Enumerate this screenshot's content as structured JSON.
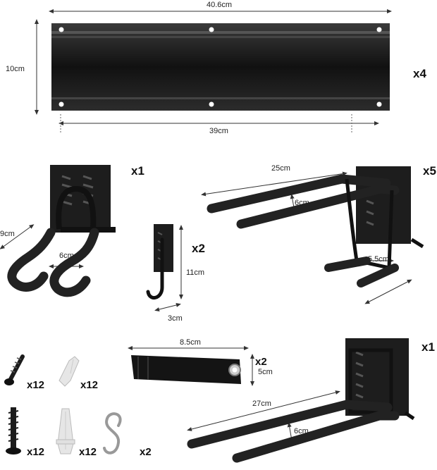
{
  "rail": {
    "width_label": "40.6cm",
    "inner_width_label": "39cm",
    "height_label": "10cm",
    "qty": "x4"
  },
  "hook_a": {
    "depth_label": "9cm",
    "gap_label": "6cm",
    "qty": "x1"
  },
  "hook_b": {
    "height_label": "11cm",
    "width_label": "3cm",
    "qty": "x2"
  },
  "hook_c": {
    "length_label": "25cm",
    "gap_label": "6cm",
    "inner_label": "5.5cm",
    "qty": "x5"
  },
  "strap": {
    "length_label": "8.5cm",
    "width_label": "5cm",
    "qty": "x2"
  },
  "hook_d": {
    "length_label": "27cm",
    "gap_label": "6cm",
    "qty": "x1"
  },
  "hardware": {
    "screw_small_qty": "x12",
    "anchor_small_qty": "x12",
    "screw_large_qty": "x12",
    "anchor_large_qty": "x12",
    "s_hook_qty": "x2"
  },
  "colors": {
    "metal": "#1b1b1b",
    "foam": "#2a2a2a",
    "anchor": "#e6e6e6"
  }
}
